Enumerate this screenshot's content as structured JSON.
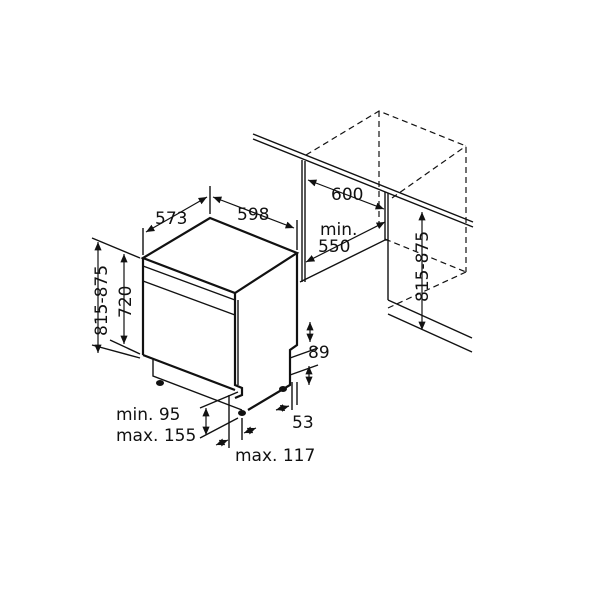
{
  "dimensions": {
    "depth": "573",
    "width": "598",
    "total_height_left": "815-875",
    "body_height": "720",
    "niche_width": "600",
    "niche_depth_min": "min.",
    "niche_depth_value": "550",
    "niche_height": "815-875",
    "plinth_height": "89",
    "plinth_offset": "53",
    "foot_min": "min. 95",
    "foot_max": "max. 155",
    "door_overhang": "max. 117"
  },
  "colors": {
    "line": "#111111",
    "background": "#ffffff"
  }
}
